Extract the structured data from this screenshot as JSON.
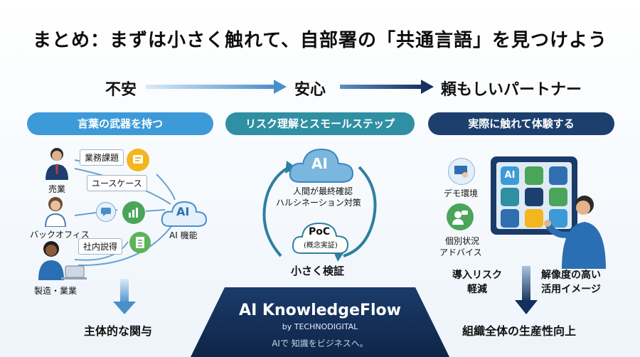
{
  "title": "まとめ：まずは小さく触れて、自部署の「共通言語」を見つけよう",
  "stages": [
    "不安",
    "安心",
    "頼もしいパートナー"
  ],
  "pills": [
    "言葉の武器を持つ",
    "リスク理解とスモールステップ",
    "実際に触れて体験する"
  ],
  "left": {
    "roles": [
      "売業",
      "バックオフィス",
      "製造・業業"
    ],
    "tags": [
      "業務課題",
      "ユースケース",
      "社内説得"
    ],
    "ai_label": "AI 機能",
    "ai_text": "AI",
    "bottom": "主体的な関与"
  },
  "center": {
    "cloud_text": "AI",
    "cloud_line1": "人間が最終確認",
    "cloud_line2": "ハルシネーション対策",
    "poc_title": "PoC",
    "poc_sub": "(概念実証)",
    "small_check": "小さく検証"
  },
  "right": {
    "demo": "デモ環境",
    "advice_line1": "個別状況",
    "advice_line2": "アドバイス",
    "tablet_ai": "AI",
    "risk_line1": "導入リスク",
    "risk_line2": "軽減",
    "image_line1": "解像度の高い",
    "image_line2": "活用イメージ",
    "bottom": "組織全体の生産性向上"
  },
  "brand": {
    "name": "AI KnowledgeFlow",
    "by": "by TECHNODIGITAL",
    "tagline": "AIで 知識をビジネスへ。"
  },
  "colors": {
    "pill_left": "#3d9ad8",
    "pill_center": "#2f8fa3",
    "pill_right": "#1c3f6e",
    "navy": "#12305a"
  }
}
